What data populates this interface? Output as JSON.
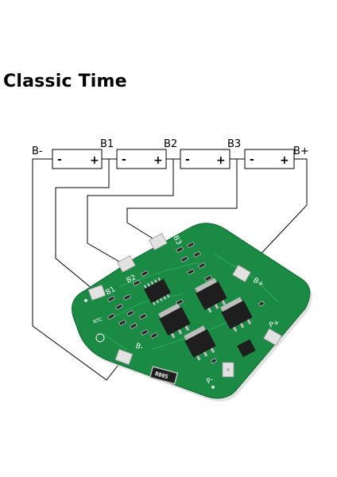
{
  "title": "Classic Time",
  "terminals": {
    "b_minus": "B-",
    "b1": "B1",
    "b2": "B2",
    "b3": "B3",
    "b_plus": "B+"
  },
  "cell_signs": {
    "minus": "-",
    "plus": "+"
  },
  "board": {
    "pad_b3": "B3",
    "pad_b2": "B2",
    "pad_b1": "B1",
    "pad_bplus": "B+",
    "pad_pplus": "P+",
    "pad_pminus": "P-",
    "pad_bminus": "B-",
    "resistor": "R005",
    "ntc": "NTC",
    "colors": {
      "pcb": "#1a8a45",
      "pad": "#e2e2e2",
      "chip": "#1e1e1e"
    }
  }
}
